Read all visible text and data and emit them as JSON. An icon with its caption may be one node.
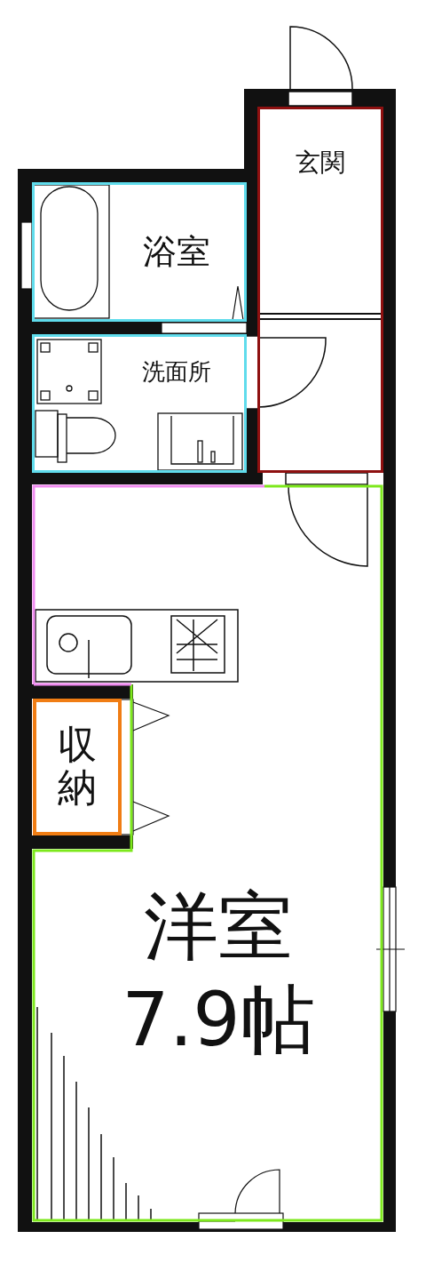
{
  "diagram": {
    "nodes": [
      {
        "text": [
          "玄関"
        ]
      },
      {
        "text": [
          "浴室"
        ]
      },
      {
        "text": [
          "洗面所"
        ]
      },
      {
        "text": [
          "収納"
        ],
        "in": 4
      },
      {
        "text": [
          "洋室",
          "7.9帖"
        ]
      }
    ]
  }
}
